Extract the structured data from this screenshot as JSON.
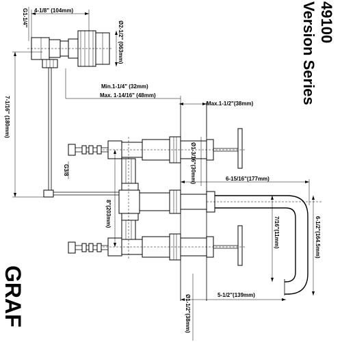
{
  "title": {
    "model": "49100",
    "series": "Version Series"
  },
  "logo_text": "GRAF",
  "dimensions": {
    "g1": "G1-1/4\"",
    "width_top": "4-1/8\" (104mm)",
    "dia_body": "Ø2-1/2\" (063mm)",
    "height_total": "7-1/16\" (180mm)",
    "min_wall": "Min.1-1/4\" (32mm)",
    "max_wall": "Max. 1-14/16\" (48mm)",
    "max_deck": "Max.1-1/2\"(38mm)",
    "dia_valve": "Ø1-3/16\"(30mm)",
    "g38": "G3/8",
    "spout_reach": "6-15/16\"(177mm)",
    "valve_spacing": "8\"(203mm)",
    "spout_offset": "7/16\"(11mm)",
    "spout_height": "6-1/2\"(164.5mm)",
    "spout_base": "5-1/2\"(139mm)",
    "dia_spout": "Ø1-1/2\"(38mm)"
  }
}
